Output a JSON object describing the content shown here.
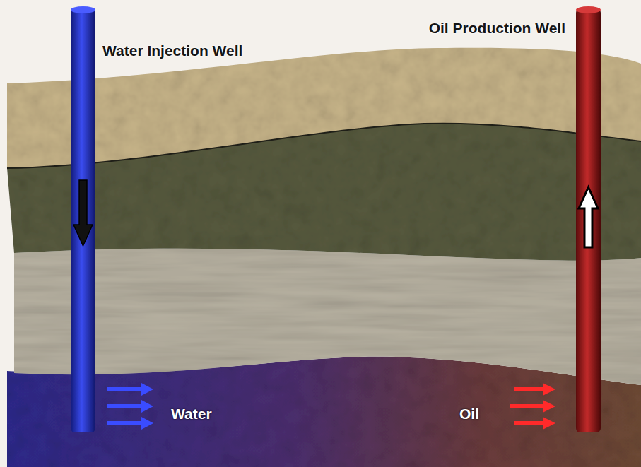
{
  "diagram": {
    "labels": [
      "Oil Production Well",
      "Water Injection Well",
      "Water",
      "Oil"
    ]
  }
}
